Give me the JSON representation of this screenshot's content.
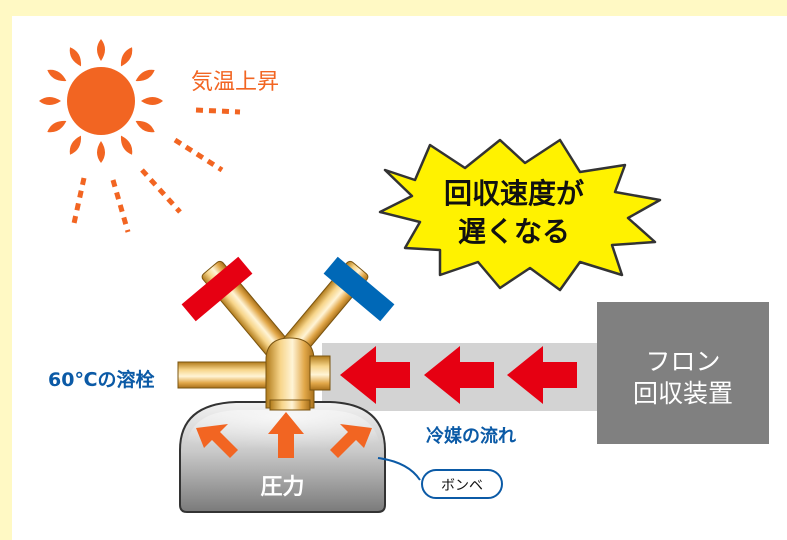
{
  "labels": {
    "temperature": "気温上昇",
    "burst_line1": "回収速度が",
    "burst_line2": "遅くなる",
    "valve": "60℃の溶栓",
    "machine_line1": "フロン",
    "machine_line2": "回収装置",
    "flow": "冷媒の流れ",
    "pressure": "圧力",
    "cylinder": "ボンベ"
  },
  "colors": {
    "page_border": "#fff9c4",
    "sun": "#f26522",
    "burst_fill": "#fff200",
    "burst_stroke": "#333333",
    "arrow_red": "#e60012",
    "arrow_orange": "#f26522",
    "valve_red": "#e60012",
    "valve_blue": "#0068b7",
    "label_blue": "#0b5aa6",
    "machine_gray": "#808080",
    "flow_band": "#d3d3d3",
    "cylinder_gray": "#8f8f8f"
  }
}
